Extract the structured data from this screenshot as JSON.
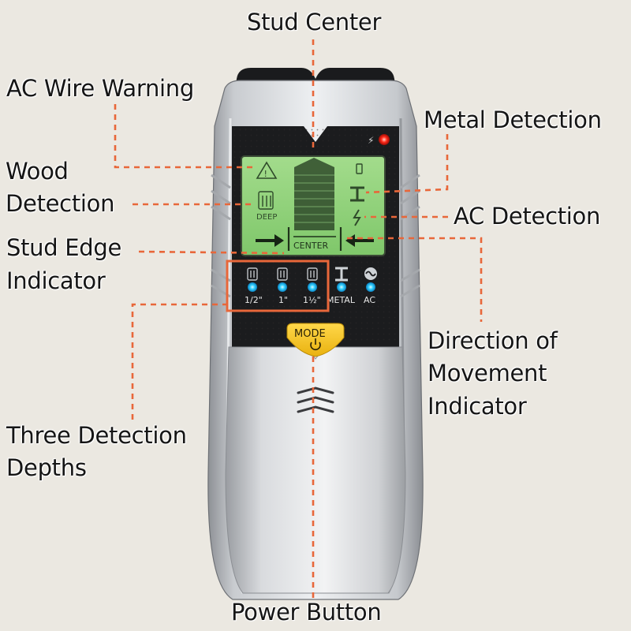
{
  "labels": {
    "stud_center": "Stud Center",
    "ac_wire_warning": "AC Wire Warning",
    "metal_detection": "Metal Detection",
    "wood_detection_1": "Wood",
    "wood_detection_2": "Detection",
    "ac_detection": "AC Detection",
    "stud_edge_1": "Stud Edge",
    "stud_edge_2": "Indicator",
    "direction_1": "Direction of",
    "direction_2": "Movement",
    "direction_3": "Indicator",
    "depths_1": "Three Detection",
    "depths_2": "Depths",
    "power_button": "Power Button"
  },
  "device": {
    "screen_deep": "DEEP",
    "screen_center": "CENTER",
    "depth_1": "1/2\"",
    "depth_2": "1\"",
    "depth_3": "1½\"",
    "metal": "METAL",
    "ac": "AC",
    "mode_button": "MODE"
  },
  "colors": {
    "leader_line": "#e8673a",
    "highlight_box": "#e8673a",
    "led": "#1ec8ff",
    "screen": "#8fd27b",
    "mode_button": "#f5c21b",
    "indicator_red": "#ff2a1a"
  }
}
